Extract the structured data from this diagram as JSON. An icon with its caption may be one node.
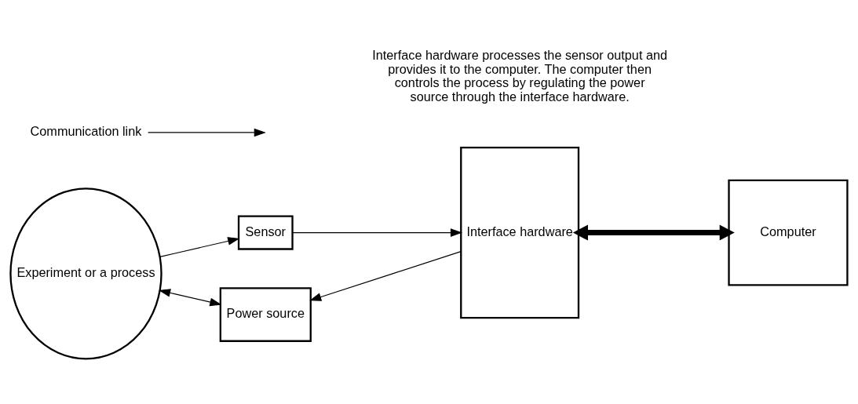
{
  "diagram": {
    "nodes": [
      {
        "text": [
          "Experiment or a process"
        ]
      },
      {
        "text": [
          "Sensor"
        ]
      },
      {
        "text": [
          "Interface hardware"
        ]
      },
      {
        "text": [
          "Computer"
        ]
      },
      {
        "text": [
          "Power source"
        ]
      },
      {
        "text": [
          "Communication link"
        ]
      }
    ],
    "edges": [
      {
        "from": 0,
        "to": 1,
        "arrow": "to"
      },
      {
        "from": 1,
        "to": 2,
        "arrow": "to"
      },
      {
        "from": 2,
        "to": 3,
        "arrow": "both",
        "style": "thick"
      },
      {
        "from": 2,
        "to": 4,
        "arrow": "to"
      },
      {
        "from": 0,
        "to": 4,
        "arrow": "both"
      },
      {
        "from": 5,
        "to": null,
        "arrow": "to"
      }
    ],
    "labels": [
      "Interface hardware processes the sensor output and provides it to the computer. The computer then controls the process by regulating the power source through the interface hardware."
    ]
  }
}
